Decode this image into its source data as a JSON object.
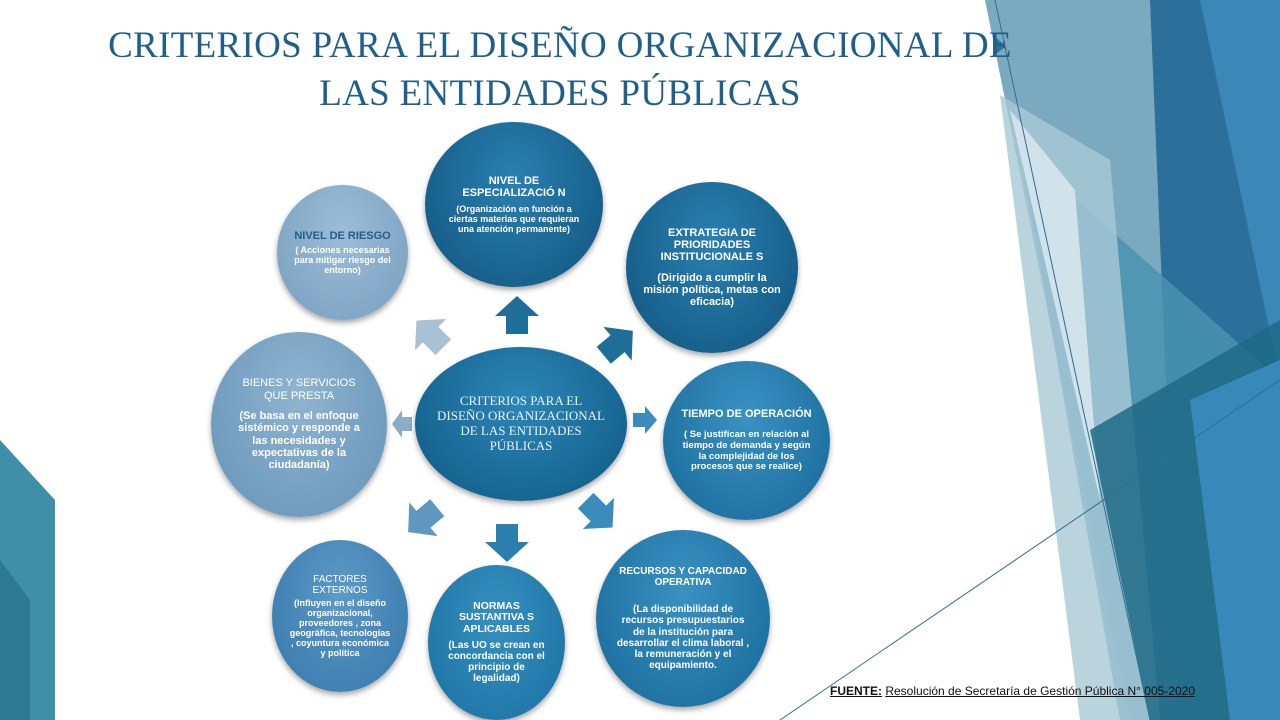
{
  "title": {
    "line1": "CRITERIOS PARA EL DISEÑO ORGANIZACIONAL DE",
    "line2": "LAS ENTIDADES PÚBLICAS"
  },
  "center": {
    "text": "CRITERIOS PARA EL DISEÑO ORGANIZACIONAL DE LAS ENTIDADES PÚBLICAS"
  },
  "nodes": {
    "especializacion": {
      "title": "NIVEL DE ESPECIALIZACIÓ N",
      "desc": "(Organización en función a ciertas materias que requieran una atención permanente)"
    },
    "prioridades": {
      "title": "EXTRATEGIA DE PRIORIDADES INSTITUCIONALE S",
      "desc": "(Dirigido a cumplir la misión política, metas con eficacia)"
    },
    "tiempo": {
      "title": "TIEMPO DE OPERACIÓN",
      "desc": "( Se justifican en relación al tiempo de demanda y según la complejidad de los procesos que se realice)"
    },
    "recursos": {
      "title": "RECURSOS Y CAPACIDAD OPERATIVA",
      "desc": "(La disponibilidad de recursos presupuestarios de la institución para desarrollar el clima laboral , la remuneración y el equipamiento."
    },
    "normas": {
      "title": "NORMAS SUSTANTIVA S APLICABLES",
      "desc": "(Las UO se crean en concordancia con el principio de legalidad)"
    },
    "factores": {
      "title": "FACTORES EXTERNOS",
      "desc": "(Influyen en el diseño organizacional, proveedores , zona geográfica, tecnologías , coyuntura económica y política"
    },
    "bienes": {
      "title": "BIENES Y SERVICIOS QUE PRESTA",
      "desc": "(Se basa en el enfoque sistémico y responde a las necesidades y expectativas de la ciudadanía)"
    },
    "riesgo": {
      "title": "NIVEL DE RIESGO",
      "desc": "( Acciones necesarias para mitigar riesgo del entorno)"
    }
  },
  "source": {
    "label": "FUENTE:",
    "text": "Resolución de Secretaría de Gestión Pública N° 005-2020"
  },
  "colors": {
    "title": "#1f5f8b",
    "dark_blue": "#15648f",
    "mid_blue": "#2a7fae",
    "light_blue": "#7fa6c4",
    "decor_teal": "#3f8fa8"
  }
}
